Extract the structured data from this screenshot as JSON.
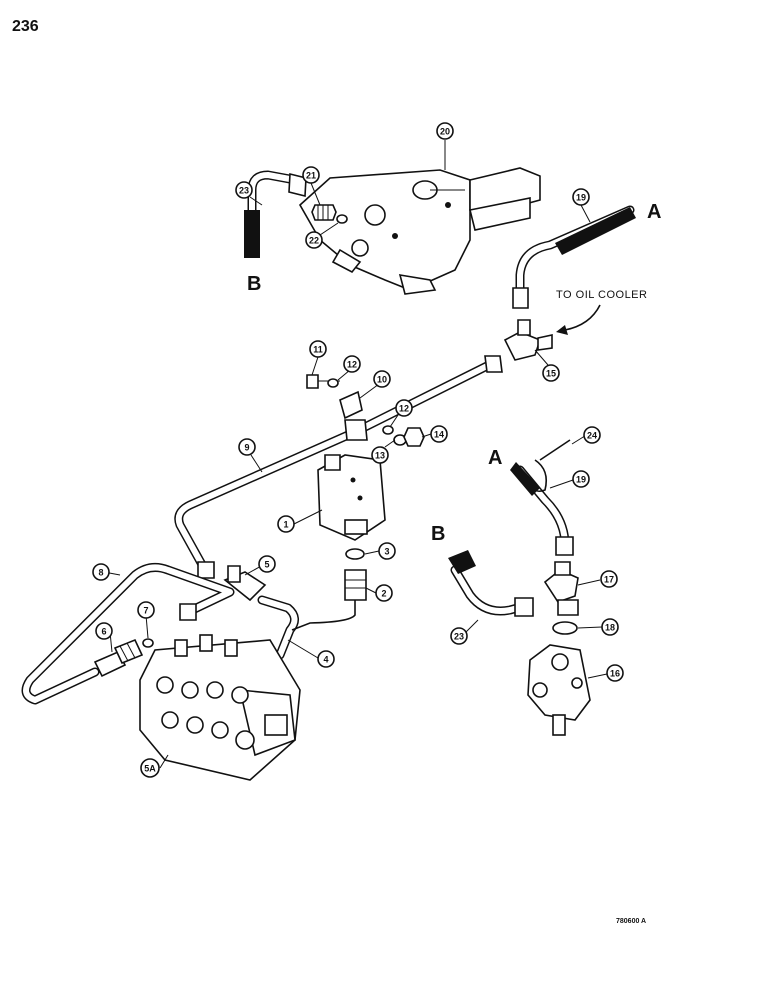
{
  "page_number": "236",
  "figure_code": "780600 A",
  "connection_letters": {
    "a": "A",
    "b": "B"
  },
  "note": "TO OIL COOLER",
  "callouts": {
    "c1": "1",
    "c2": "2",
    "c3": "3",
    "c4": "4",
    "c5": "5",
    "c5a": "5A",
    "c6": "6",
    "c7": "7",
    "c8": "8",
    "c9": "9",
    "c10": "10",
    "c11": "11",
    "c12a": "12",
    "c12b": "12",
    "c13": "13",
    "c14": "14",
    "c15": "15",
    "c16": "16",
    "c17": "17",
    "c18": "18",
    "c19a": "19",
    "c19b": "19",
    "c20": "20",
    "c21": "21",
    "c22": "22",
    "c23a": "23",
    "c23b": "23",
    "c24": "24"
  }
}
